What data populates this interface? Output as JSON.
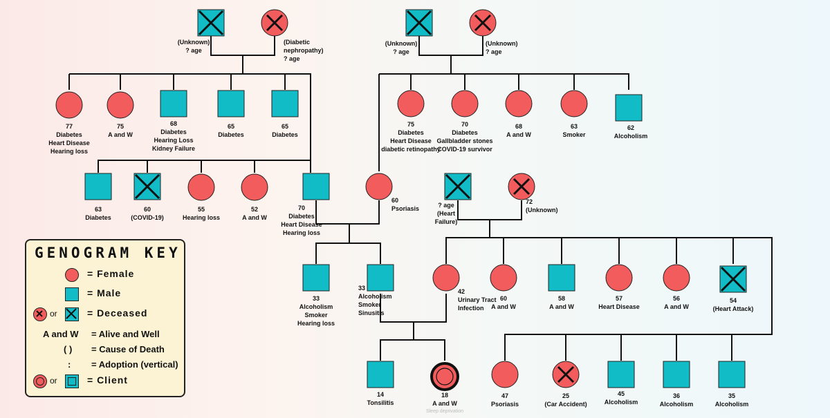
{
  "people": [
    {
      "id": "pgf",
      "sex": "m",
      "deceased": true,
      "labels": [
        "(Unknown)",
        "? age"
      ]
    },
    {
      "id": "pgm",
      "sex": "f",
      "deceased": true,
      "labels": [
        "(Diabetic",
        "nephropathy)",
        "? age"
      ]
    },
    {
      "id": "mgf",
      "sex": "m",
      "deceased": true,
      "labels": [
        "(Unknown)",
        "? age"
      ]
    },
    {
      "id": "mgm",
      "sex": "f",
      "deceased": true,
      "labels": [
        "(Unknown)",
        "? age"
      ]
    },
    {
      "id": "pa1",
      "sex": "f",
      "labels": [
        "77",
        "Diabetes",
        "Heart Disease",
        "Hearing loss"
      ]
    },
    {
      "id": "pa2",
      "sex": "f",
      "labels": [
        "75",
        "A and W"
      ]
    },
    {
      "id": "pu1",
      "sex": "m",
      "labels": [
        "68",
        "Diabetes",
        "Hearing Loss",
        "Kidney Failure"
      ]
    },
    {
      "id": "pu2",
      "sex": "m",
      "labels": [
        "65",
        "Diabetes"
      ]
    },
    {
      "id": "pu3",
      "sex": "m",
      "labels": [
        "65",
        "Diabetes"
      ]
    },
    {
      "id": "ma1",
      "sex": "f",
      "labels": [
        "75",
        "Diabetes",
        "Heart Disease",
        "diabetic retinopathy"
      ]
    },
    {
      "id": "ma2",
      "sex": "f",
      "labels": [
        "70",
        "Diabetes",
        "Gallbladder stones",
        "COVID-19 survivor"
      ]
    },
    {
      "id": "ma3",
      "sex": "f",
      "labels": [
        "68",
        "A and W"
      ]
    },
    {
      "id": "ma4",
      "sex": "f",
      "labels": [
        "63",
        "Smoker"
      ]
    },
    {
      "id": "mu1",
      "sex": "m",
      "labels": [
        "62",
        "Alcoholism"
      ]
    },
    {
      "id": "c1",
      "sex": "m",
      "labels": [
        "63",
        "Diabetes"
      ]
    },
    {
      "id": "c2",
      "sex": "m",
      "deceased": true,
      "labels": [
        "60",
        "(COVID-19)"
      ]
    },
    {
      "id": "c3",
      "sex": "f",
      "labels": [
        "55",
        "Hearing loss"
      ]
    },
    {
      "id": "c4",
      "sex": "f",
      "labels": [
        "52",
        "A and W"
      ]
    },
    {
      "id": "dad",
      "sex": "m",
      "labels": [
        "70",
        "Diabetes",
        "Heart Disease",
        "Hearing loss"
      ]
    },
    {
      "id": "mom",
      "sex": "f",
      "labels": [
        "60",
        "Psoriasis"
      ]
    },
    {
      "id": "hgf",
      "sex": "m",
      "deceased": true,
      "labels": [
        "? age",
        "(Heart",
        "Failure)"
      ]
    },
    {
      "id": "hgm",
      "sex": "f",
      "deceased": true,
      "labels": [
        "72",
        "(Unknown)"
      ]
    },
    {
      "id": "b1",
      "sex": "m",
      "labels": [
        "33",
        "Alcoholism",
        "Smoker",
        "Hearing loss"
      ]
    },
    {
      "id": "b2",
      "sex": "m",
      "labels": [
        "33",
        "Alcoholism",
        "Smoker",
        "Sinusitis"
      ]
    },
    {
      "id": "w",
      "sex": "f",
      "labels": [
        "42",
        "Urinary Tract",
        "Infection"
      ]
    },
    {
      "id": "ws1",
      "sex": "f",
      "labels": [
        "60",
        "A and W"
      ]
    },
    {
      "id": "ws2",
      "sex": "m",
      "labels": [
        "58",
        "A and W"
      ]
    },
    {
      "id": "ws3",
      "sex": "f",
      "labels": [
        "57",
        "Heart Disease"
      ]
    },
    {
      "id": "ws4",
      "sex": "f",
      "labels": [
        "56",
        "A and W"
      ]
    },
    {
      "id": "ws5",
      "sex": "m",
      "deceased": true,
      "labels": [
        "54",
        "(Heart Attack)"
      ]
    },
    {
      "id": "k1",
      "sex": "m",
      "labels": [
        "14",
        "Tonsilitis"
      ]
    },
    {
      "id": "k2",
      "sex": "f",
      "client": true,
      "labels": [
        "18",
        "A and W"
      ],
      "caption": "Sleep deprivation"
    },
    {
      "id": "n1",
      "sex": "f",
      "labels": [
        "47",
        "Psoriasis"
      ]
    },
    {
      "id": "n2",
      "sex": "f",
      "deceased": true,
      "labels": [
        "25",
        "(Car Accident)"
      ]
    },
    {
      "id": "n3",
      "sex": "m",
      "labels": [
        "45",
        "Alcoholism"
      ]
    },
    {
      "id": "n4",
      "sex": "m",
      "labels": [
        "36",
        "Alcoholism"
      ]
    },
    {
      "id": "n5",
      "sex": "m",
      "labels": [
        "35",
        "Alcoholism"
      ]
    }
  ],
  "key": {
    "title": "GENOGRAM KEY",
    "female": "= Female",
    "male": "= Male",
    "or": "or",
    "deceased": "= Deceased",
    "aw_term": "A and W",
    "aw_def": "= Alive and Well",
    "cod_term": "( )",
    "cod_def": "= Cause of Death",
    "adopt_term": ":",
    "adopt_def": "= Adoption (vertical)",
    "client": "= Client"
  },
  "colors": {
    "female": "#f25c5c",
    "male": "#12bcc6",
    "key_bg": "#fbf3d3"
  }
}
